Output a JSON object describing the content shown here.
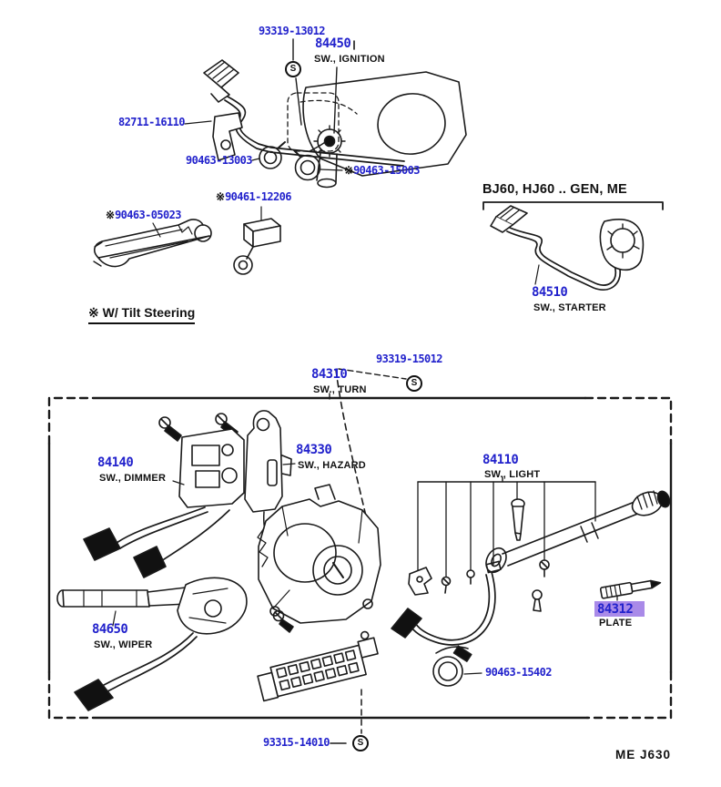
{
  "colors": {
    "part_link": "#2222cc",
    "highlight": "#a98ae8",
    "line": "#1a1a1a"
  },
  "annotations": {
    "s_marker": "S",
    "tilt_note_marker": "※",
    "tilt_note": "W/ Tilt Steering",
    "variant_header": "BJ60, HJ60 .. GEN, ME",
    "page_code": "ME J630"
  },
  "parts": {
    "ignition_screw": {
      "number": "93319-13012"
    },
    "ignition_switch": {
      "number": "84450",
      "name": "SW., IGNITION"
    },
    "column_bracket": {
      "number": "82711-16110"
    },
    "clamp_13003": {
      "number": "90463-13003"
    },
    "clamp_15003": {
      "marker": "※",
      "number": "90463-15003"
    },
    "tilt_clamp": {
      "marker": "※",
      "number": "90461-12206"
    },
    "tilt_bracket": {
      "marker": "※",
      "number": "90463-05023"
    },
    "starter_switch": {
      "number": "84510",
      "name": "SW., STARTER"
    },
    "turn_screw": {
      "number": "93319-15012"
    },
    "turn_switch": {
      "number": "84310",
      "name": "SW., TURN"
    },
    "dimmer_switch": {
      "number": "84140",
      "name": "SW., DIMMER"
    },
    "hazard_switch": {
      "number": "84330",
      "name": "SW., HAZARD"
    },
    "light_switch": {
      "number": "84110",
      "name": "SW., LIGHT"
    },
    "wiper_switch": {
      "number": "84650",
      "name": "SW., WIPER"
    },
    "plate": {
      "number": "84312",
      "name": "PLATE"
    },
    "hose_clamp": {
      "number": "90463-15402"
    },
    "connector_screw": {
      "number": "93315-14010"
    }
  }
}
